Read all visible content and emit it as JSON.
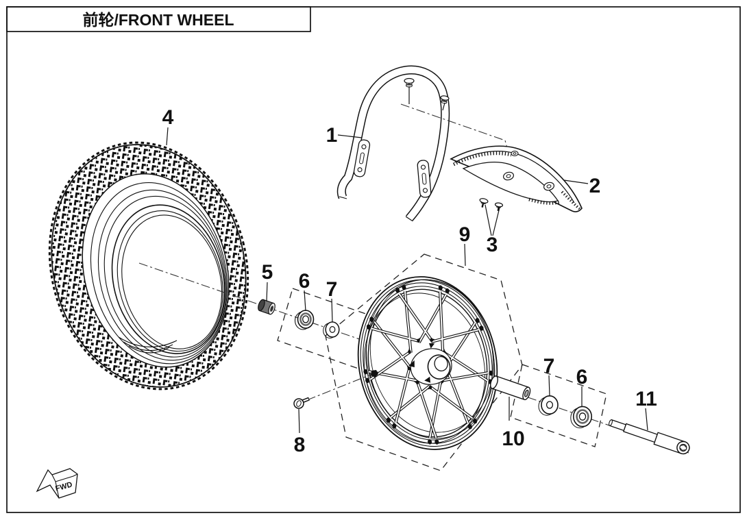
{
  "title": {
    "text": "前轮/FRONT WHEEL"
  },
  "direction_indicator": {
    "text": "FWD"
  },
  "callouts": [
    {
      "number": "1"
    },
    {
      "number": "2"
    },
    {
      "number": "3"
    },
    {
      "number": "4"
    },
    {
      "number": "5"
    },
    {
      "number": "6"
    },
    {
      "number": "7"
    },
    {
      "number": "8"
    },
    {
      "number": "9"
    },
    {
      "number": "10"
    },
    {
      "number": "7"
    },
    {
      "number": "6"
    },
    {
      "number": "11"
    }
  ],
  "colors": {
    "line": "#111111",
    "background": "#ffffff"
  }
}
